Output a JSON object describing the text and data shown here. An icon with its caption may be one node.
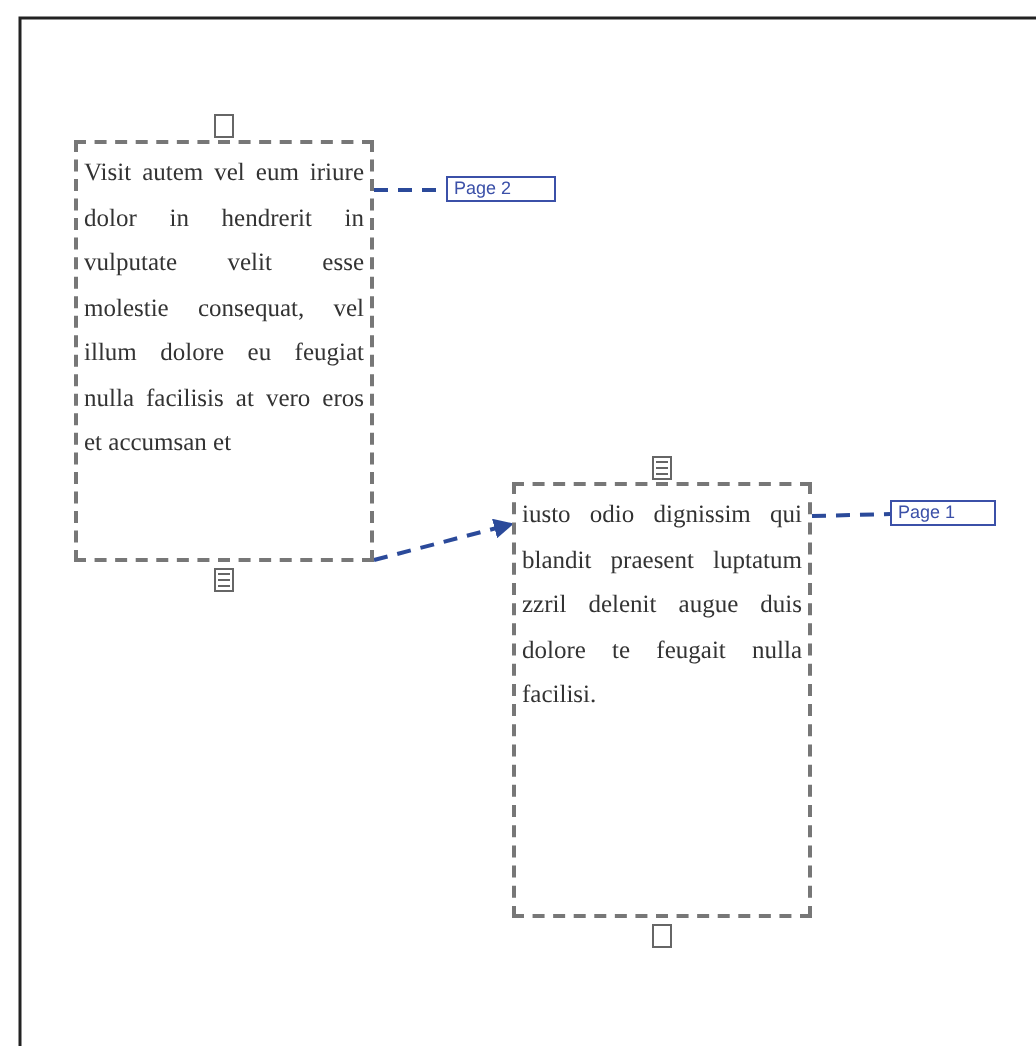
{
  "diagram": {
    "nodes": [
      {
        "text": [
          "Visit autem vel eum iriure dolor in hendrerit in vulputate velit esse molestie consequat, vel illum dolore eu feugiat nulla facilisis at vero eros et accumsan et"
        ]
      },
      {
        "text": [
          "Page 2"
        ]
      },
      {
        "text": [
          "iusto odio dignissim qui blandit praesent luptatum zzril delenit augue duis dolore te feugait nulla facilisi."
        ]
      },
      {
        "text": [
          "Page 1"
        ]
      }
    ],
    "edges": [
      {
        "from": 0,
        "to": 1,
        "arrow": "none",
        "style": "dashed"
      },
      {
        "from": 0,
        "to": 2,
        "arrow": "to",
        "style": "dashed"
      },
      {
        "from": 2,
        "to": 3,
        "arrow": "none",
        "style": "dashed"
      }
    ]
  }
}
